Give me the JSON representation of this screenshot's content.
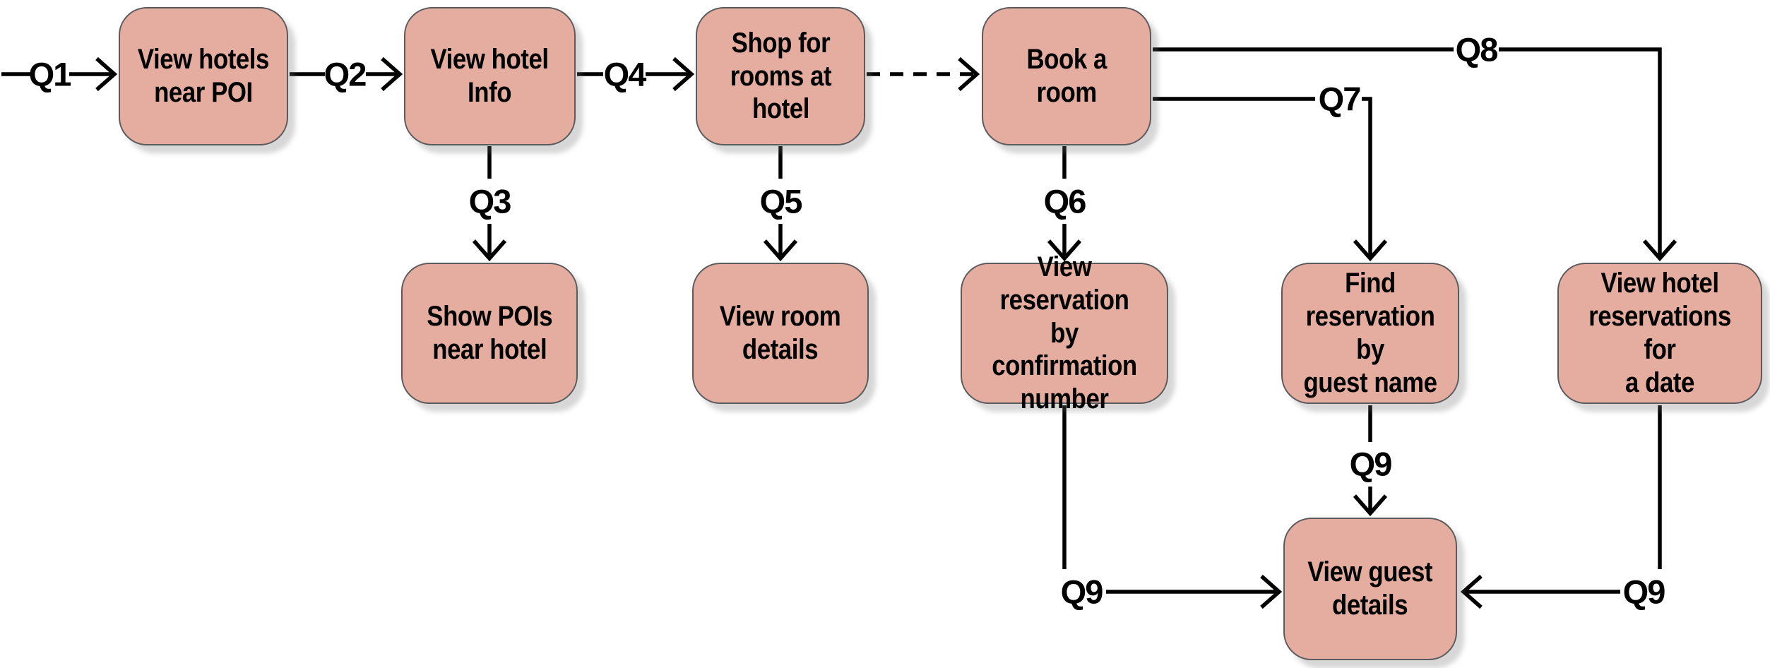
{
  "diagram": {
    "title": "Hotel queries flow diagram",
    "colors": {
      "background": "#ffffff",
      "node_fill": "#e4ad9f",
      "node_border": "#5b5b5e",
      "line": "#000000",
      "text": "#000000"
    },
    "nodes": {
      "view_hotels_near_poi": {
        "label": "View hotels\nnear POI"
      },
      "view_hotel_info": {
        "label": "View hotel\nInfo"
      },
      "shop_for_rooms_at_hotel": {
        "label": "Shop for\nrooms at\nhotel"
      },
      "book_a_room": {
        "label": "Book a\nroom"
      },
      "show_pois_near_hotel": {
        "label": "Show POIs\nnear hotel"
      },
      "view_room_details": {
        "label": "View room\ndetails"
      },
      "view_reservation_by_confirmation_number": {
        "label": "View reservation\nby confirmation\nnumber"
      },
      "find_reservation_by_guest_name": {
        "label": "Find\nreservation by\nguest name"
      },
      "view_hotel_reservations_for_a_date": {
        "label": "View hotel\nreservations for\na date"
      },
      "view_guest_details": {
        "label": "View guest\ndetails"
      }
    },
    "edges": {
      "q1": {
        "label": "Q1",
        "from": "start",
        "to": "view_hotels_near_poi",
        "style": "solid"
      },
      "q2": {
        "label": "Q2",
        "from": "view_hotels_near_poi",
        "to": "view_hotel_info",
        "style": "solid"
      },
      "q3": {
        "label": "Q3",
        "from": "view_hotel_info",
        "to": "show_pois_near_hotel",
        "style": "solid"
      },
      "q4": {
        "label": "Q4",
        "from": "view_hotel_info",
        "to": "shop_for_rooms_at_hotel",
        "style": "solid"
      },
      "q5": {
        "label": "Q5",
        "from": "shop_for_rooms_at_hotel",
        "to": "view_room_details",
        "style": "solid"
      },
      "shop_to_book": {
        "label": "",
        "from": "shop_for_rooms_at_hotel",
        "to": "book_a_room",
        "style": "dashed"
      },
      "q6": {
        "label": "Q6",
        "from": "book_a_room",
        "to": "view_reservation_by_confirmation_number",
        "style": "solid"
      },
      "q7": {
        "label": "Q7",
        "from": "book_a_room",
        "to": "find_reservation_by_guest_name",
        "style": "solid"
      },
      "q8": {
        "label": "Q8",
        "from": "book_a_room",
        "to": "view_hotel_reservations_for_a_date",
        "style": "solid"
      },
      "q9_from_confirmation": {
        "label": "Q9",
        "from": "view_reservation_by_confirmation_number",
        "to": "view_guest_details",
        "style": "solid"
      },
      "q9_from_guest_name": {
        "label": "Q9",
        "from": "find_reservation_by_guest_name",
        "to": "view_guest_details",
        "style": "solid"
      },
      "q9_from_date": {
        "label": "Q9",
        "from": "view_hotel_reservations_for_a_date",
        "to": "view_guest_details",
        "style": "solid"
      }
    }
  }
}
